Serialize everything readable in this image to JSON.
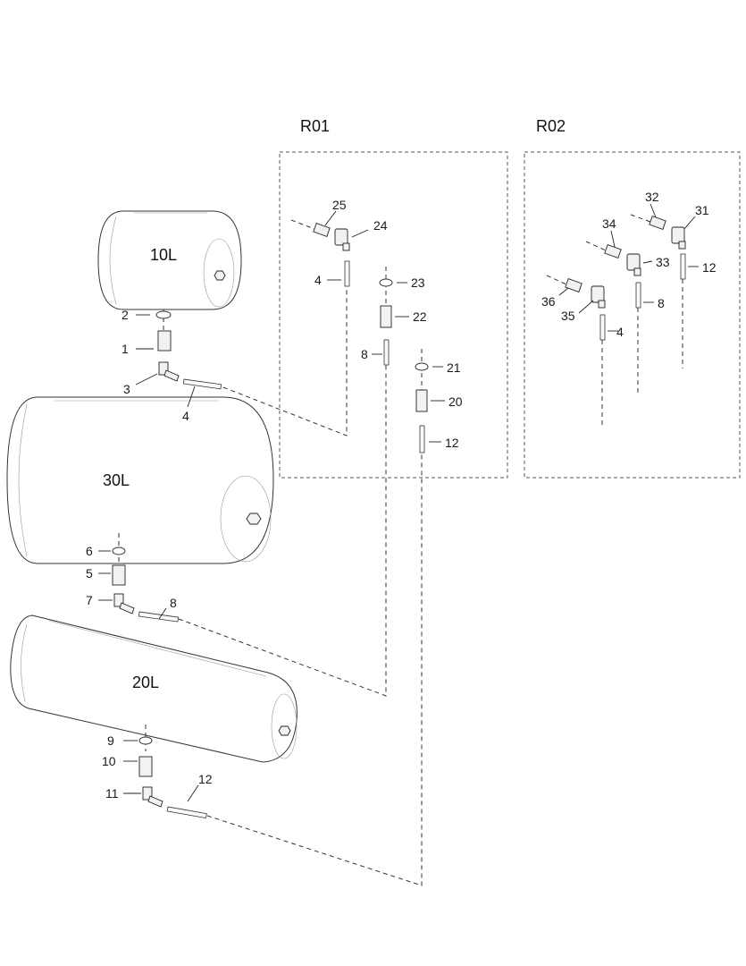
{
  "tanks": [
    {
      "id": "tank-10l",
      "label": "10L"
    },
    {
      "id": "tank-30l",
      "label": "30L"
    },
    {
      "id": "tank-20l",
      "label": "20L"
    }
  ],
  "boxes": {
    "r01": "R01",
    "r02": "R02"
  },
  "callouts": {
    "c1": "1",
    "c2": "2",
    "c3": "3",
    "c4a": "4",
    "c5": "5",
    "c6": "6",
    "c7": "7",
    "c8a": "8",
    "c9": "9",
    "c10": "10",
    "c11": "11",
    "c12a": "12",
    "r01_25": "25",
    "r01_24": "24",
    "r01_4": "4",
    "r01_23": "23",
    "r01_22": "22",
    "r01_8": "8",
    "r01_21": "21",
    "r01_20": "20",
    "r01_12": "12",
    "r02_32": "32",
    "r02_31": "31",
    "r02_34": "34",
    "r02_33": "33",
    "r02_12": "12",
    "r02_36": "36",
    "r02_35": "35",
    "r02_8": "8",
    "r02_4": "4"
  }
}
